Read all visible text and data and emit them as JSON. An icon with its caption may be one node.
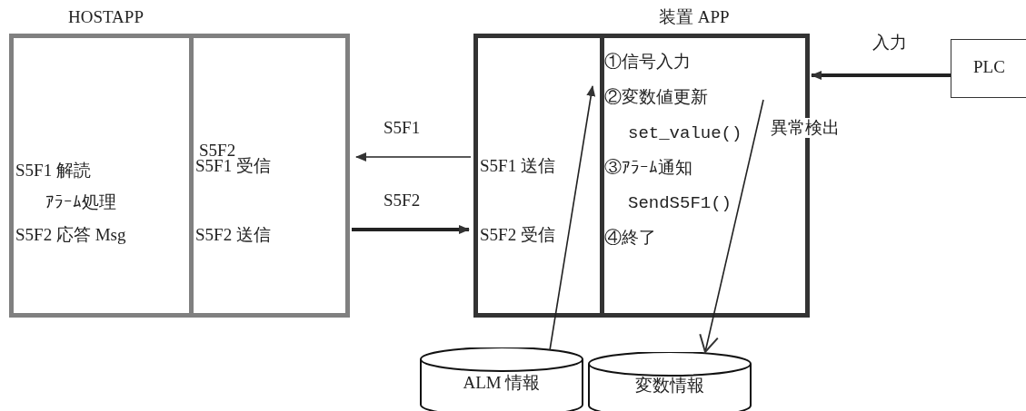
{
  "diagram": {
    "nodes": [
      {
        "text": [
          "HOSTAPP",
          "S5F1 解読",
          "ｱﾗｰﾑ処理",
          "S5F2 応答 Msg"
        ]
      },
      {
        "text": [
          "S5F2",
          "S5F1 受信",
          "S5F2 送信"
        ]
      },
      {
        "text": [
          "S5F1 送信",
          "S5F2 受信"
        ]
      },
      {
        "text": [
          "装置 APP",
          "①信号入力",
          "②変数値更新",
          "set_value()",
          "③ｱﾗｰﾑ通知",
          "SendS5F1()",
          "④終了"
        ]
      },
      {
        "text": [
          "PLC"
        ]
      },
      {
        "text": [
          "ALM 情報"
        ]
      },
      {
        "text": [
          "変数情報"
        ]
      }
    ],
    "edges": [
      {
        "from": 2,
        "to": 1,
        "arrow": "to",
        "label": "S5F1"
      },
      {
        "from": 1,
        "to": 2,
        "arrow": "to",
        "label": "S5F2",
        "style": "thick"
      },
      {
        "from": 4,
        "to": 3,
        "arrow": "to",
        "label": "入力",
        "style": "thick"
      },
      {
        "from": 5,
        "to": 2,
        "arrow": "to"
      },
      {
        "from": 3,
        "to": 6,
        "arrow": "to",
        "label": "異常検出"
      }
    ]
  }
}
